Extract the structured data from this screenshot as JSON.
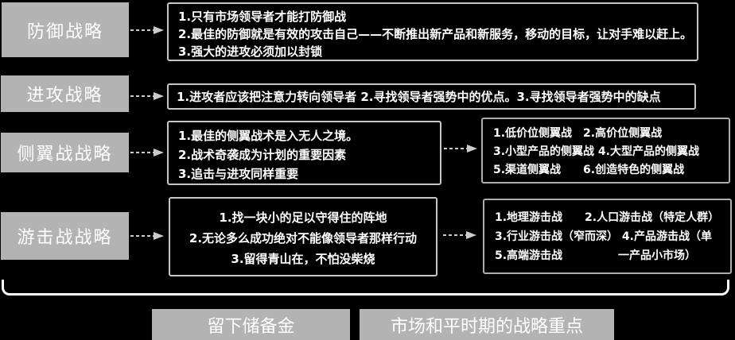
{
  "colors": {
    "background": "#000000",
    "label_box": "#b3b3b3",
    "box_border": "#c6c6c6",
    "text": "#ffffff",
    "arrow": "#cccccc",
    "bracket": "#ffffff"
  },
  "rows": [
    {
      "label": "防御战略",
      "points": [
        "1.只有市场领导者才能打防御战",
        "2.最佳的防御就是有效的攻击自己——不断推出新产品和新服务，移动的目标，让对手难以赶上。",
        "3.强大的进攻必须加以封锁"
      ]
    },
    {
      "label": "进攻战略",
      "points": [
        "1.进攻者应该把注意力转向领导者 2.寻找领导者强势中的优点。3.寻找领导者强势中的缺点"
      ]
    },
    {
      "label": "侧翼战战略",
      "points": [
        "1.最佳的侧翼战术是入无人之境。",
        "2.战术奇袭成为计划的重要因素",
        "3.追击与进攻同样重要"
      ],
      "sub_points": [
        "1.低价位侧翼战　2.高价位侧翼战",
        "3.小型产品的侧翼战 4.大型产品的侧翼战",
        "5.渠道侧翼战　　6.创造特色的侧翼战"
      ]
    },
    {
      "label": "游击战战略",
      "points": [
        "1.找一块小的足以守得住的阵地",
        "2.无论多么成功绝对不能像领导者那样行动",
        "3.留得青山在，不怕没柴烧"
      ],
      "sub_points": [
        "1.地理游击战　　2.人口游击战（特定人群）",
        "3.行业游击战（窄而深） 4.产品游击战（单",
        "5.高端游击战　　　　　一产品小市场）"
      ]
    }
  ],
  "footer": {
    "reserve": "留下储备金",
    "peacetime": "市场和平时期的战略重点"
  }
}
